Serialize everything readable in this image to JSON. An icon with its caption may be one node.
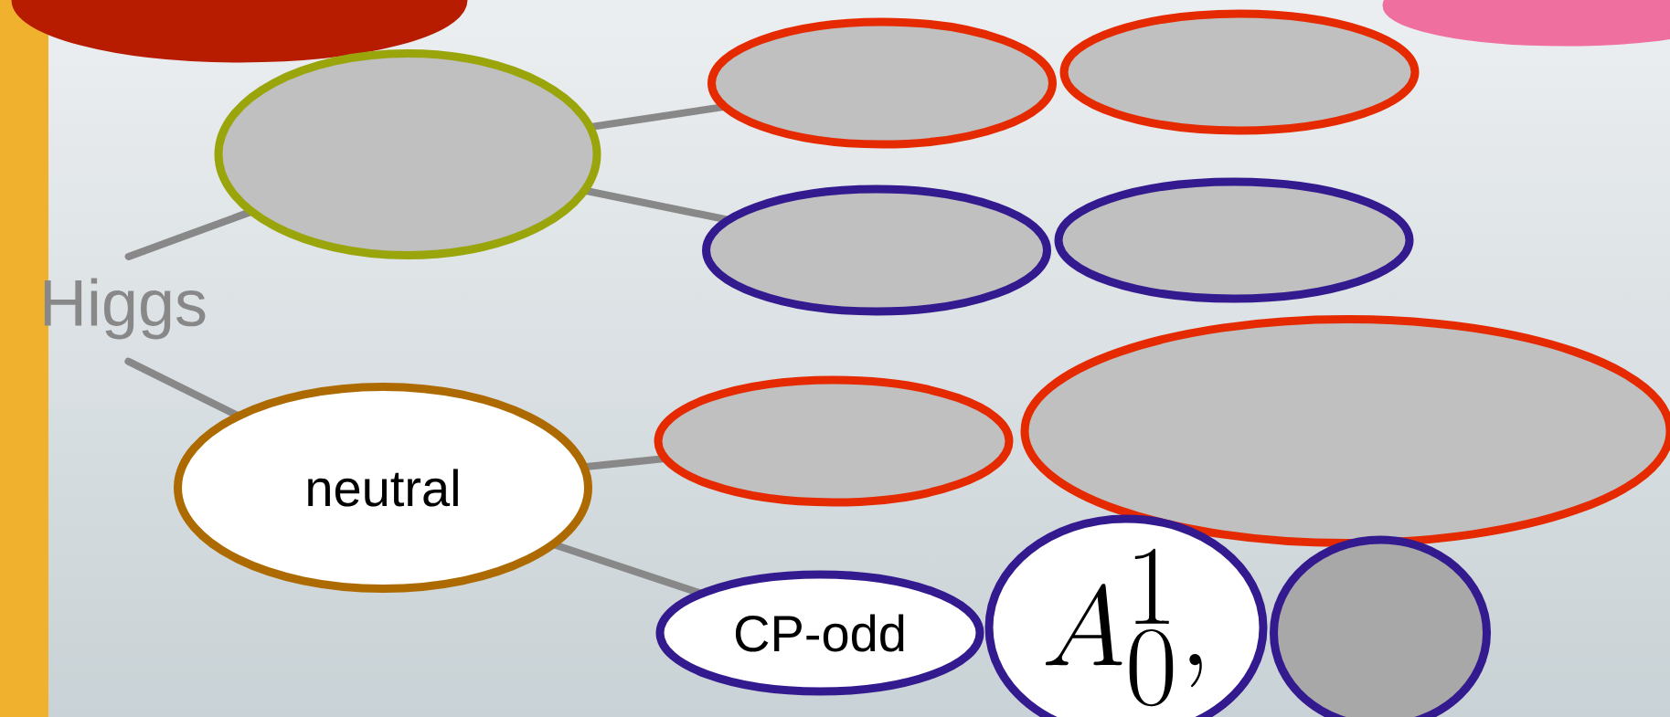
{
  "diagram": {
    "nodes": [
      {
        "text": [],
        "shape": "ellipse"
      },
      {
        "text": [],
        "shape": "ellipse"
      },
      {
        "text": [
          "Higgs"
        ]
      },
      {
        "text": [],
        "shape": "ellipse"
      },
      {
        "text": [],
        "shape": "ellipse"
      },
      {
        "text": [],
        "shape": "ellipse"
      },
      {
        "text": [],
        "shape": "ellipse"
      },
      {
        "text": [],
        "shape": "ellipse"
      },
      {
        "text": [
          "neutral"
        ]
      },
      {
        "text": [],
        "shape": "ellipse"
      },
      {
        "text": [],
        "shape": "ellipse"
      },
      {
        "text": [
          "CP-odd"
        ]
      },
      {
        "text": [
          "A_0^1,"
        ]
      },
      {
        "text": [],
        "shape": "ellipse"
      }
    ],
    "edges": [
      {
        "from": 2,
        "to": 3,
        "arrow": "none"
      },
      {
        "from": 2,
        "to": 8,
        "arrow": "none"
      },
      {
        "from": 3,
        "to": 4,
        "arrow": "none"
      },
      {
        "from": 3,
        "to": 6,
        "arrow": "none"
      },
      {
        "from": 8,
        "to": 9,
        "arrow": "none"
      },
      {
        "from": 8,
        "to": 11,
        "arrow": "none"
      }
    ]
  }
}
